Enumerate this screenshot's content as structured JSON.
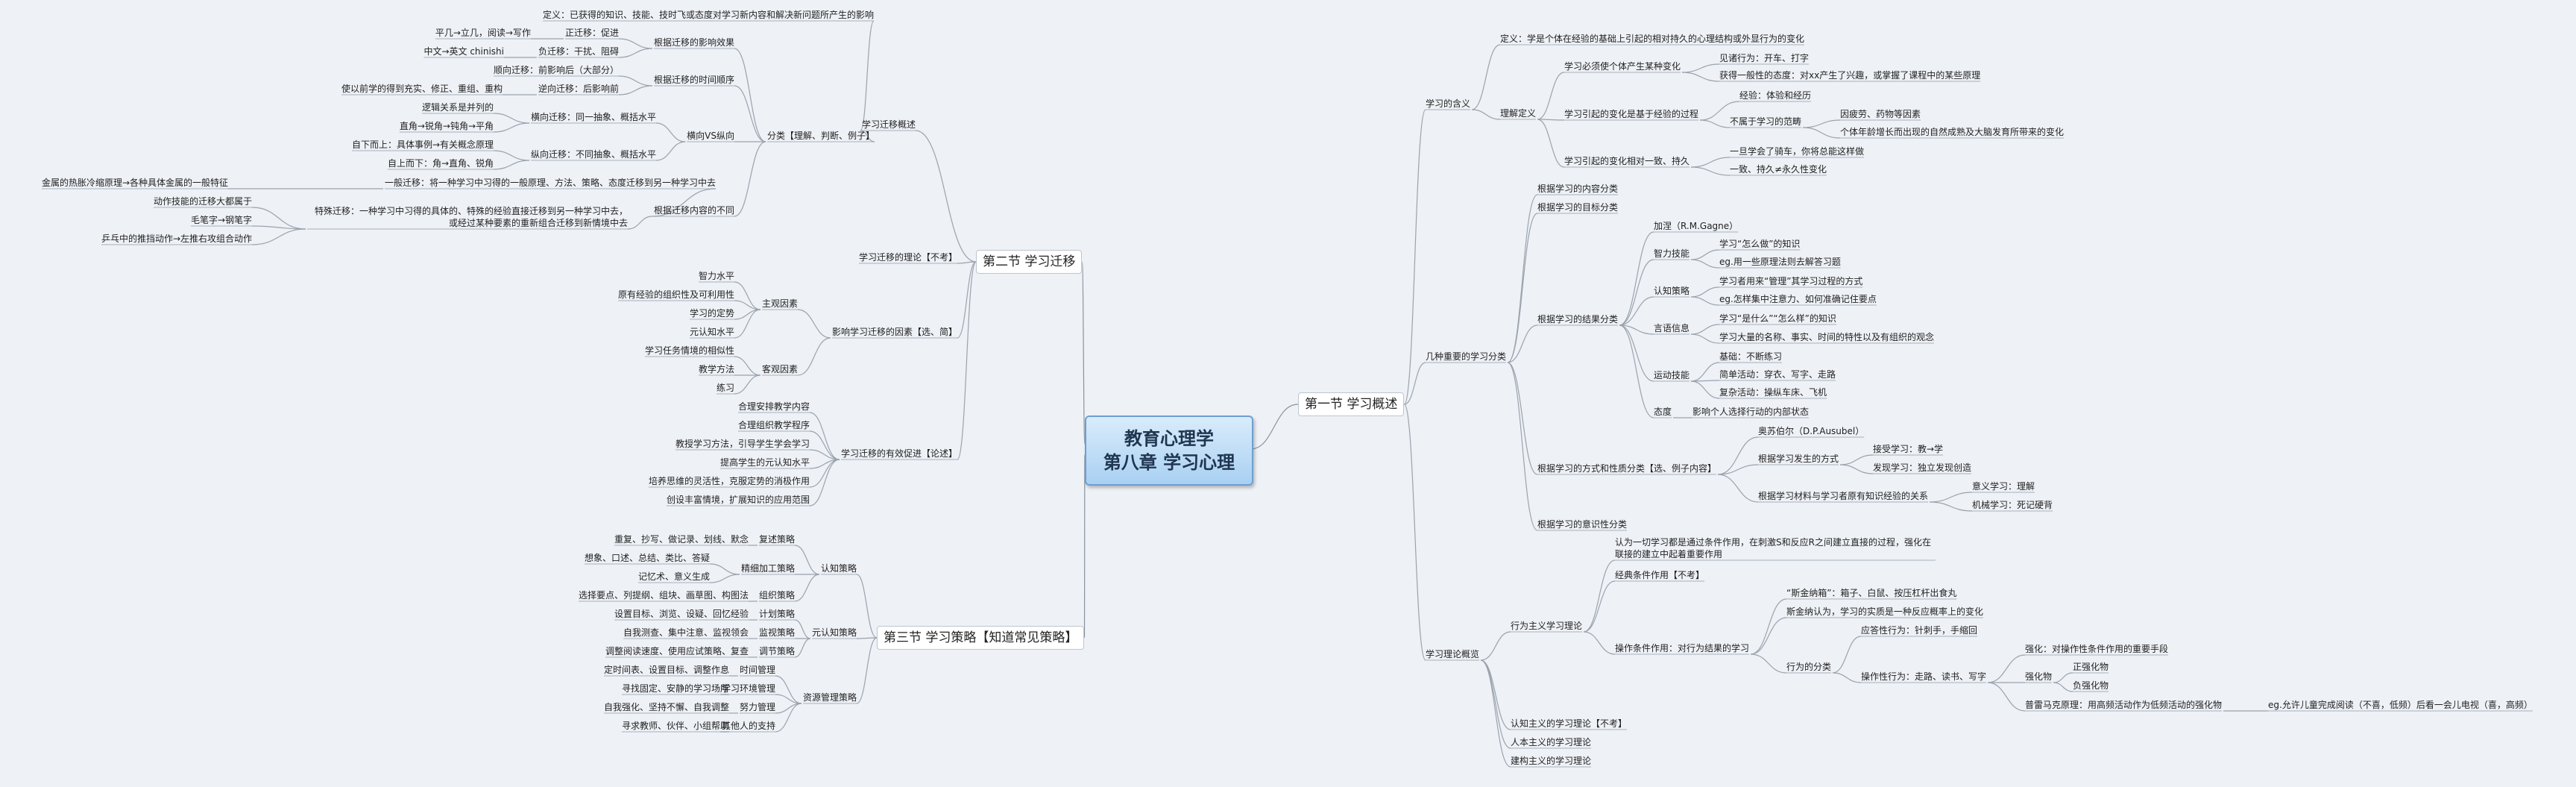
{
  "root": {
    "line1": "教育心理学",
    "line2": "第八章 学习心理"
  },
  "sections": {
    "s1": "第一节 学习概述",
    "s2": "第二节 学习迁移",
    "s3": "第三节 学习策略【知道常见策略】"
  },
  "right": {
    "meaning": "学习的含义",
    "def": "定义：学是个体在经验的基础上引起的相对持久的心理结构或外显行为的变化",
    "understand": "理解定义",
    "u1": "学习必须使个体产生某种变化",
    "u1a": "见诸行为：开车、打字",
    "u1b": "获得一般性的态度：对xx产生了兴趣，或掌握了课程中的某些原理",
    "u2": "学习引起的变化是基于经验的过程",
    "u2a": "经验：体验和经历",
    "u2b": "不属于学习的范畴",
    "u2b1": "因疲劳、药物等因素",
    "u2b2": "个体年龄增长而出现的自然成熟及大脑发育所带来的变化",
    "u3": "学习引起的变化相对一致、持久",
    "u3a": "一旦学会了骑车，你将总能这样做",
    "u3b": "一致、持久≠永久性变化",
    "classes": "几种重要的学习分类",
    "c1": "根据学习的内容分类",
    "c2": "根据学习的目标分类",
    "c3": "根据学习的结果分类",
    "gagne": "加涅（R.M.Gagne）",
    "intel": "智力技能",
    "intel1": "学习“怎么做”的知识",
    "intel2": "eg.用一些原理法则去解答习题",
    "cog": "认知策略",
    "cog1": "学习者用来“管理”其学习过程的方式",
    "cog2": "eg.怎样集中注意力、如何准确记住要点",
    "verbal": "言语信息",
    "verbal1": "学习“是什么”“怎么样”的知识",
    "verbal2": "学习大量的名称、事实、时间的特性以及有组织的观念",
    "motor": "运动技能",
    "motor1": "基础：不断练习",
    "motor2": "简单活动：穿衣、写字、走路",
    "motor3": "复杂活动：操纵车床、飞机",
    "attitude": "态度",
    "attitude1": "影响个人选择行动的内部状态",
    "c4": "根据学习的方式和性质分类【选、例子内容】",
    "ausubel": "奥苏伯尔（D.P.Ausubel）",
    "way": "根据学习发生的方式",
    "way1": "接受学习：教→学",
    "way2": "发现学习：独立发现创造",
    "rel": "根据学习材料与学习者原有知识经验的关系",
    "rel1": "意义学习：理解",
    "rel2": "机械学习：死记硬背",
    "c5": "根据学习的意识性分类",
    "theory": "学习理论概览",
    "beh": "行为主义学习理论",
    "beh0": "认为一切学习都是通过条件作用，在刺激S和反应R之间建立直接的过程，强化在联接的建立中起着重要作用",
    "classic": "经典条件作用【不考】",
    "op": "操作条件作用：对行为结果的学习",
    "op1": "“斯金纳箱”：箱子、白鼠、按压杠杆出食丸",
    "op2": "斯金纳认为，学习的实质是一种反应概率上的变化",
    "opcls": "行为的分类",
    "resp": "应答性行为：针刺手，手缩回",
    "operant": "操作性行为：走路、读书、写字",
    "reinf": "强化物",
    "reinf0": "强化：对操作性条件作用的重要手段",
    "pos": "正强化物",
    "neg": "负强化物",
    "premack": "普雷马克原理：用高频活动作为低频活动的强化物",
    "premack1": "eg.允许儿童完成阅读（不喜，低频）后看一会儿电视（喜，高频）",
    "cogt": "认知主义的学习理论【不考】",
    "hum": "人本主义的学习理论",
    "cons": "建构主义的学习理论"
  },
  "left2": {
    "overview": "学习迁移概述",
    "def": "定义：已获得的知识、技能、技时飞或态度对学习新内容和解决新问题所产生的影响",
    "effect": "根据迁移的影响效果",
    "pos": "正迁移：促进",
    "pos1": "平几→立几，阅读→写作",
    "neg": "负迁移：干扰、阻碍",
    "neg1": "中文→英文 chinishi",
    "time": "根据迁移的时间顺序",
    "fwd": "顺向迁移：前影响后（大部分）",
    "back": "逆向迁移：后影响前",
    "back1": "使以前学的得到充实、修正、重组、重构",
    "cls": "分类【理解、判断、例子】",
    "hv": "横向VS纵向",
    "h": "横向迁移：同一抽象、概括水平",
    "h1": "逻辑关系是并列的",
    "h2": "直角→锐角→钝角→平角",
    "v": "纵向迁移：不同抽象、概括水平",
    "v1": "自下而上：具体事例→有关概念原理",
    "v2": "自上而下：角→直角、锐角",
    "content": "根据迁移内容的不同",
    "gen": "一般迁移：将一种学习中习得的一般原理、方法、策略、态度迁移到另一种学习中去",
    "gen1": "金属的热胀冷缩原理→各种具体金属的一般特征",
    "spec": "特殊迁移：一种学习中习得的具体的、特殊的经验直接迁移到另一种学习中去，或经过某种要素的重新组合迁移到新情境中去",
    "spec1": "动作技能的迁移大都属于",
    "spec2": "毛笔字→钢笔字",
    "spec3": "乒乓中的推挡动作→左推右攻组合动作",
    "theory": "学习迁移的理论【不考】",
    "factors": "影响学习迁移的因素【选、简】",
    "subj": "主观因素",
    "subj1": "智力水平",
    "subj2": "原有经验的组织性及可利用性",
    "subj3": "学习的定势",
    "subj4": "元认知水平",
    "obj": "客观因素",
    "obj1": "学习任务情境的相似性",
    "obj2": "教学方法",
    "obj3": "练习",
    "promote": "学习迁移的有效促进【论述】",
    "p1": "合理安排教学内容",
    "p2": "合理组织教学程序",
    "p3": "教授学习方法，引导学生学会学习",
    "p4": "提高学生的元认知水平",
    "p5": "培养思维的灵活性，克服定势的消极作用",
    "p6": "创设丰富情境，扩展知识的应用范围"
  },
  "left3": {
    "cogs": "认知策略",
    "rep": "复述策略",
    "rep1": "重复、抄写、做记录、划线、默念",
    "elab": "精细加工策略",
    "elab1": "想象、口述、总结、类比、答疑",
    "elab2": "记忆术、意义生成",
    "org": "组织策略",
    "org1": "选择要点、列提纲、组块、画草图、构图法",
    "meta": "元认知策略",
    "plan": "计划策略",
    "plan1": "设置目标、浏览、设疑、回忆经验",
    "mon": "监视策略",
    "mon1": "自我测查、集中注意、监视领会",
    "reg": "调节策略",
    "reg1": "调整阅读速度、使用应试策略、复查",
    "res": "资源管理策略",
    "tm": "时间管理",
    "tm1": "定时间表、设置目标、调整作息",
    "env": "学习环境管理",
    "env1": "寻找固定、安静的学习场所",
    "eff": "努力管理",
    "eff1": "自我强化、坚持不懈、自我调整",
    "sup": "其他人的支持",
    "sup1": "寻求教师、伙伴、小组帮助"
  }
}
